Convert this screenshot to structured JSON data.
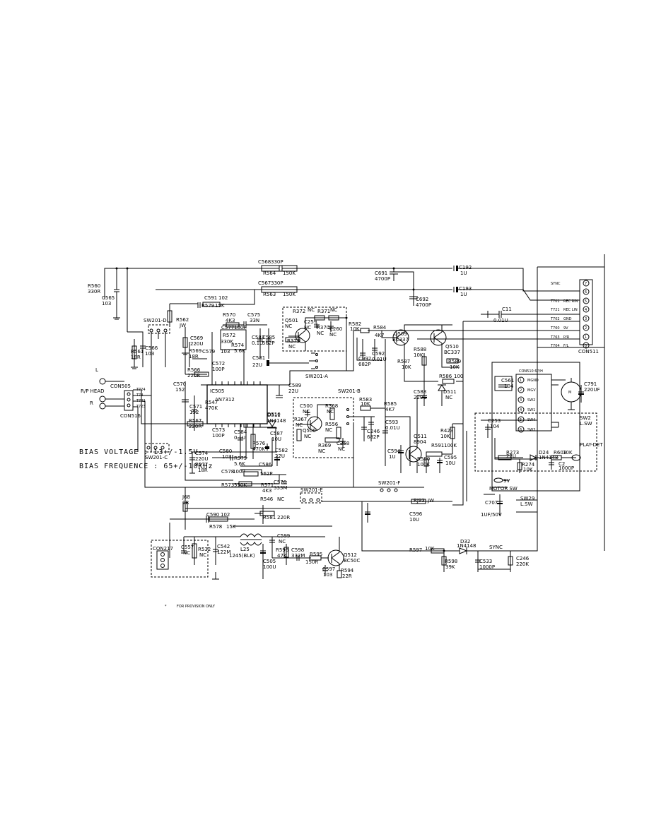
{
  "notes": {
    "bias_voltage": "BIAS VOLTAGE : 13+/-1.5V",
    "bias_frequence": "BIAS FREQUENCE : 65+/-10KHz",
    "provision": "FOR PROVISION ONLY",
    "provision_mark": "*"
  },
  "connectors": {
    "con511": {
      "label": "CON511",
      "pins": [
        {
          "net": "SYNC",
          "num": "7"
        },
        {
          "net": "",
          "num": "6"
        },
        {
          "net": "T701",
          "desc": "REC RIN",
          "num": "5"
        },
        {
          "net": "T721",
          "desc": "REC LIN",
          "num": "4"
        },
        {
          "net": "T702",
          "desc": "GND",
          "num": "3"
        },
        {
          "net": "T760",
          "desc": "9V",
          "num": "2"
        },
        {
          "net": "T763",
          "desc": "P/R",
          "num": "1"
        },
        {
          "net": "T704",
          "desc": "F/L",
          "num": "0"
        }
      ]
    },
    "con505": {
      "label": "CON505",
      "pins": [
        "T724",
        "T78",
        "T742",
        "T723"
      ]
    },
    "con516": {
      "label": "CON516"
    },
    "con217": {
      "label": "CON217"
    },
    "con510": {
      "label": "CON510 6P/H",
      "pins": [
        "MGND",
        "MGV",
        "SW2",
        "SW1",
        "SW4",
        "SW3"
      ],
      "nums": [
        "1",
        "2",
        "3",
        "4",
        "5",
        "6"
      ]
    },
    "rp_head": {
      "label": "R/P HEAD",
      "l": "L",
      "r": "R"
    }
  },
  "ic": {
    "ref": "IC505",
    "part": "AN7312"
  },
  "transistors": [
    {
      "ref": "Q501",
      "value": "NC"
    },
    {
      "ref": "Q500",
      "value": "NC"
    },
    {
      "ref": "Q509",
      "value": "BC337"
    },
    {
      "ref": "Q510",
      "value": "BC337"
    },
    {
      "ref": "Q511",
      "value": "8904"
    },
    {
      "ref": "Q512",
      "value": "BC50C"
    }
  ],
  "diodes": [
    {
      "ref": "D510",
      "value": "1N4148"
    },
    {
      "ref": "D511",
      "value": "NC"
    },
    {
      "ref": "D32",
      "value": "1N4148"
    }
  ],
  "switches": {
    "sw201_a": "SW201-A",
    "sw201_b": "SW201-B",
    "sw201_c": "SW201-C",
    "sw201_d": "SW201-D",
    "sw201_e": "SW201-E",
    "sw201_f": "SW201-F",
    "sw2": "SW2",
    "sw2_type": "L.SW",
    "sw29": "SW29",
    "sw29_type": "L.SW",
    "motor_sw": "MOTOR SW",
    "play_det": "PLAY-DET",
    "sync": "SYNC",
    "nine_v": "9V"
  },
  "parts": {
    "c568": "C568",
    "c568v": "330P",
    "r564": "R564",
    "r564v": "150K",
    "c567": "C567",
    "c567v": "330P",
    "r563": "R563",
    "r563v": "150K",
    "c192": "C192",
    "c192v": "1U",
    "c193": "C193",
    "c193v": "1U",
    "c691": "C691",
    "c691v": "4700P",
    "c692": "C692",
    "c692v": "4700P",
    "c11": "C11",
    "c11v": "0.01U",
    "r560": "R560",
    "r560v": "330R",
    "c565": "C565",
    "c565v": "103",
    "c591": "C591",
    "c591v": "102",
    "r579": "R579",
    "r579v": "15K",
    "r562": "R562",
    "r562v": "JW",
    "r561": "R561",
    "r561v": "18R",
    "c566": "C566",
    "c566v": "103",
    "r570": "R570",
    "r570v": "4K3",
    "c575": "C575",
    "c575v": "33N",
    "c577": "C577",
    "c577v": "100P",
    "r572": "R572",
    "r572v": "330K",
    "c583": "C583",
    "c583v": "0.1U",
    "c585": "C585",
    "c585v": "562P",
    "c569": "C569",
    "c569v": "220U",
    "r569": "R569",
    "r569v": "18R",
    "c579": "C579",
    "c579v": "103",
    "r574": "R574",
    "r574v": "5.6K",
    "c572": "C572",
    "c572v": "100P",
    "c581": "C581",
    "c581v": "22U",
    "r566": "R566",
    "r566v": "220R",
    "c570": "C570",
    "c570v": "152",
    "c571": "C571",
    "c571v": "152",
    "r547": "R547",
    "r547v": "470K",
    "r567": "R567",
    "r567v": "220R",
    "c573": "C573",
    "c573v": "100P",
    "c584": "C584",
    "c584v": "0.1U",
    "c587": "C587",
    "c587v": "10U",
    "c574": "C574",
    "c574v": "220U",
    "r577": "R577",
    "r577v": "18R",
    "c580": "C580",
    "c580v": "103",
    "r575": "R575",
    "r575v": "5.6K",
    "r576": "R576",
    "r576v": "470K",
    "c582": "C582",
    "c582v": "22U",
    "c589": "C589",
    "c589v": "22U",
    "c578": "C578",
    "c578v": "100P",
    "c586": "C586",
    "c586v": "562P",
    "r573": "R573",
    "r573v": "330K",
    "r571": "R571",
    "r571v": "4K3",
    "c576": "C576",
    "c576v": "333M",
    "r372": "R372",
    "r372v": "NC",
    "r371": "R371",
    "r371v": "NC",
    "c259": "C259",
    "c259v": "NC",
    "c260": "C260",
    "c260v": "NC",
    "r370": "R370",
    "r370v": "NC",
    "r373": "R373",
    "r373v": "NC",
    "r582": "R582",
    "r582v": "10K",
    "r584": "R584",
    "r584v": "4K7",
    "c592": "C592",
    "c592v": "0.01U",
    "c992": "C992",
    "c992v": "682P",
    "r588": "R588",
    "r588v": "10K",
    "r587": "R587",
    "r587v": "10K",
    "r589": "R589",
    "r589v": "10K",
    "r586": "R586",
    "r586v": "100",
    "c588": "C588",
    "c588v": "220U",
    "r583": "R583",
    "r583v": "10K",
    "r585": "R585",
    "r585v": "4K7",
    "c246b": "C246",
    "c246bv": "682P",
    "c593": "C593",
    "c593v": "0.01U",
    "c500": "C500",
    "c500v": "NC",
    "r368": "R368",
    "r368v": "NC",
    "r367": "R367",
    "r367v": "NC",
    "r556": "R556",
    "r556v": "NC",
    "r369": "R369",
    "r369v": "NC",
    "c258": "C258",
    "c258v": "NC",
    "r423": "R423",
    "r423v": "10K",
    "c594": "C594",
    "c594v": "1U",
    "r591": "R591",
    "r591v": "100K",
    "r590": "R590",
    "r590v": "100K",
    "c595": "C595",
    "c595v": "10U",
    "c561": "C561",
    "c561v": "104",
    "c791": "C791",
    "c791v": "220UF",
    "c253": "C253",
    "c253v": "104",
    "r273": "R273",
    "r273v": "22U",
    "d24": "D24",
    "d24v": "1N4148",
    "r603": "R603",
    "r603v": "10K",
    "r274": "R274",
    "r274v": "10K",
    "c2": "C2",
    "c2v": "1000P",
    "c707": "C707",
    "c707v": "1UF/50V",
    "r546": "R546",
    "r546v": "NC",
    "r581": "R581",
    "r581v": "220R",
    "j68": "J68",
    "j68v": "0R",
    "c590": "C590",
    "c590v": "102",
    "r578": "R578",
    "r578v": "15K",
    "rj93": "RJ93",
    "rj93v": "JW",
    "c596": "C596",
    "c596v": "10U",
    "c557": "C557",
    "c557v": "NC",
    "r532": "R532",
    "r532v": "NC",
    "c542": "C542",
    "c542v": "122M",
    "l25": "L25",
    "l25v": "1245(BLK)",
    "c599": "C599",
    "c599v": "NC",
    "c505": "C505",
    "c505v": "100U",
    "r596": "R596",
    "r596v": "47K",
    "c598": "C598",
    "c598v": "332M",
    "r595": "R595",
    "r595v": "150R",
    "c597": "C597",
    "c597v": "103",
    "r594": "R594",
    "r594v": "22R",
    "r597": "R597",
    "r597v": "10K",
    "r598": "R598",
    "r598v": "39K",
    "c533": "C533",
    "c533v": "1000P",
    "c246": "C246",
    "c246v": "220K"
  }
}
